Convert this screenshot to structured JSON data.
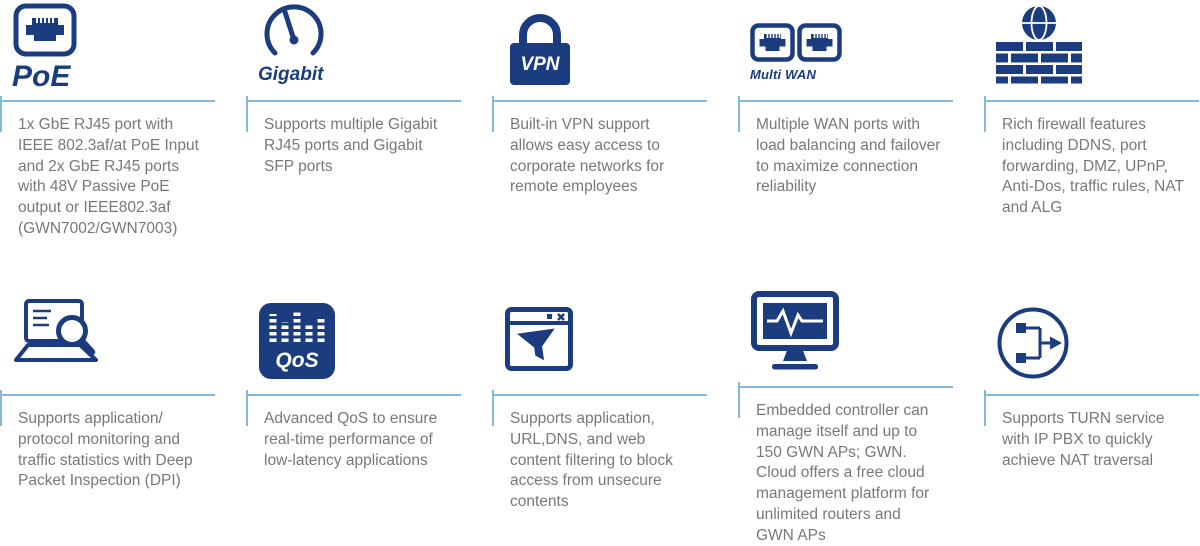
{
  "colors": {
    "icon_navy": "#1b3c7e",
    "divider_blue": "#85b8d8",
    "body_text_gray": "#77787b"
  },
  "features": [
    {
      "name": "poe",
      "icon": "poe-port-icon",
      "icon_label": "PoE",
      "text": "1x GbE RJ45 port with IEEE 802.3af/at PoE Input and 2x GbE RJ45 ports with 48V Passive PoE output or IEEE802.3af (GWN7002/GWN7003)"
    },
    {
      "name": "gigabit",
      "icon": "gigabit-gauge-icon",
      "icon_label": "Gigabit",
      "text": "Supports multiple Gigabit RJ45 ports and Gigabit SFP ports"
    },
    {
      "name": "vpn",
      "icon": "vpn-lock-icon",
      "icon_label": "VPN",
      "text": "Built-in VPN support allows easy access to corporate networks for remote employees"
    },
    {
      "name": "multi-wan",
      "icon": "multi-wan-ports-icon",
      "icon_label": "Multi WAN",
      "text": "Multiple WAN ports with load balancing and failover to maximize connection reliability"
    },
    {
      "name": "firewall",
      "icon": "firewall-globe-icon",
      "text": "Rich firewall features including DDNS, port forwarding, DMZ, UPnP, Anti-Dos, traffic rules, NAT and ALG"
    },
    {
      "name": "dpi",
      "icon": "dpi-laptop-magnifier-icon",
      "text": "Supports application/ protocol monitoring and traffic statistics with Deep Packet Inspection (DPI)"
    },
    {
      "name": "qos",
      "icon": "qos-equalizer-icon",
      "icon_label": "QoS",
      "text": "Advanced QoS to ensure real-time performance of low-latency applications"
    },
    {
      "name": "web-filter",
      "icon": "content-filter-funnel-icon",
      "text": "Supports application, URL,DNS, and web content filtering to block access from unsecure contents"
    },
    {
      "name": "controller",
      "icon": "controller-monitor-pulse-icon",
      "text": "Embedded controller can manage itself and up to 150 GWN APs; GWN. Cloud offers a free cloud management platform for unlimited routers and GWN APs"
    },
    {
      "name": "turn",
      "icon": "turn-nat-traversal-icon",
      "text": "Supports TURN service with IP PBX to quickly achieve NAT traversal"
    }
  ]
}
